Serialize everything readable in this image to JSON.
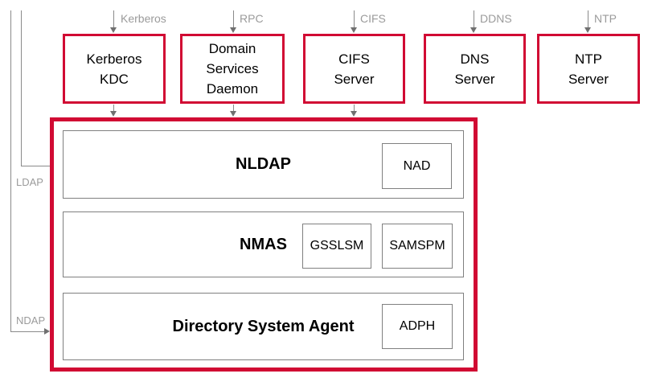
{
  "colors": {
    "accent_red": "#d10a33",
    "line_gray": "#8a8a8a",
    "arrow_gray": "#707070",
    "label_gray": "#9b9b9b",
    "border_gray": "#808080",
    "background": "#ffffff"
  },
  "top_flows": [
    {
      "label": "Kerberos"
    },
    {
      "label": "RPC"
    },
    {
      "label": "CIFS"
    },
    {
      "label": "DDNS"
    },
    {
      "label": "NTP"
    }
  ],
  "servers": [
    {
      "label": "Kerberos\nKDC"
    },
    {
      "label": "Domain\nServices\nDaemon"
    },
    {
      "label": "CIFS\nServer"
    },
    {
      "label": "DNS\nServer"
    },
    {
      "label": "NTP\nServer"
    }
  ],
  "side_flows": [
    {
      "label": "LDAP"
    },
    {
      "label": "NDAP"
    }
  ],
  "stack": {
    "rows": [
      {
        "title": "NLDAP",
        "modules": [
          "NAD"
        ]
      },
      {
        "title": "NMAS",
        "modules": [
          "GSSLSM",
          "SAMSPM"
        ]
      },
      {
        "title": "Directory System Agent",
        "modules": [
          "ADPH"
        ]
      }
    ]
  }
}
